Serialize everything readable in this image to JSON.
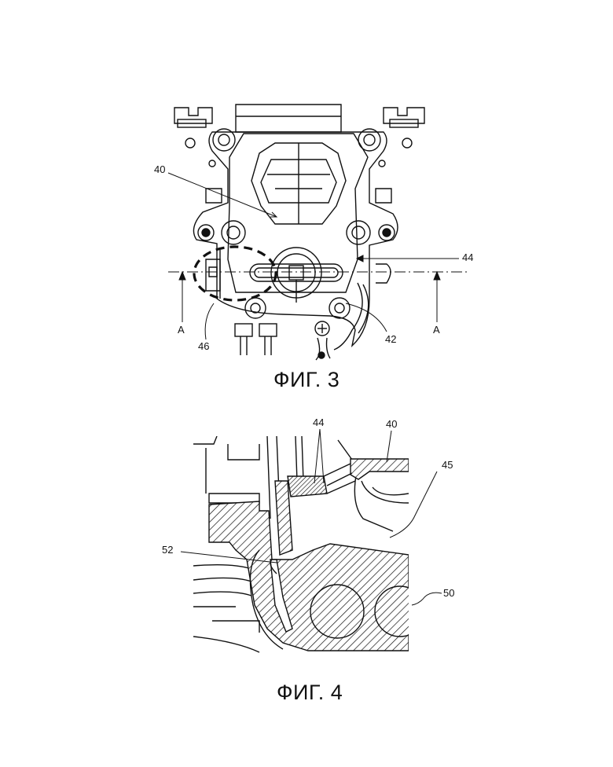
{
  "figure3": {
    "caption": "ФИГ. 3",
    "labels": {
      "ref40": "40",
      "ref44": "44",
      "ref42": "42",
      "ref46": "46",
      "sectionA_left": "A",
      "sectionA_right": "A"
    }
  },
  "figure4": {
    "caption": "ФИГ. 4",
    "labels": {
      "ref44": "44",
      "ref40": "40",
      "ref45": "45",
      "ref52": "52",
      "ref50": "50"
    }
  }
}
